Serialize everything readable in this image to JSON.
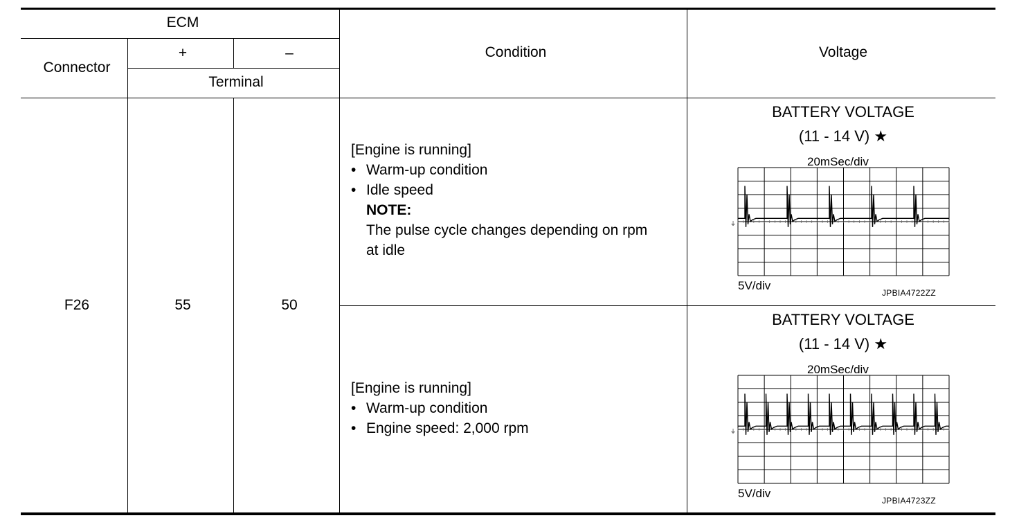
{
  "header": {
    "ecm": "ECM",
    "connector": "Connector",
    "plus": "+",
    "minus": "–",
    "terminal": "Terminal",
    "condition": "Condition",
    "voltage": "Voltage"
  },
  "row": {
    "connector": "F26",
    "terminal_plus": "55",
    "terminal_minus": "50"
  },
  "conditions": [
    {
      "heading": "[Engine is running]",
      "bullets": [
        "Warm-up condition",
        "Idle speed"
      ],
      "note_label": "NOTE:",
      "note_text_line1": "The pulse cycle changes depending on rpm",
      "note_text_line2": "at idle"
    },
    {
      "heading": "[Engine is running]",
      "bullets": [
        "Warm-up condition",
        "Engine speed: 2,000 rpm"
      ]
    }
  ],
  "voltages": [
    {
      "title": "BATTERY VOLTAGE",
      "range": "(11 - 14 V)",
      "star": "★",
      "time_div": "20mSec/div",
      "volt_div": "5V/div",
      "figure_code": "JPBIA4722ZZ",
      "pulses_per_screen": 5
    },
    {
      "title": "BATTERY VOLTAGE",
      "range": "(11 - 14 V)",
      "star": "★",
      "time_div": "20mSec/div",
      "volt_div": "5V/div",
      "figure_code": "JPBIA4723ZZ",
      "pulses_per_screen": 10
    }
  ],
  "bullet_glyph": "•"
}
